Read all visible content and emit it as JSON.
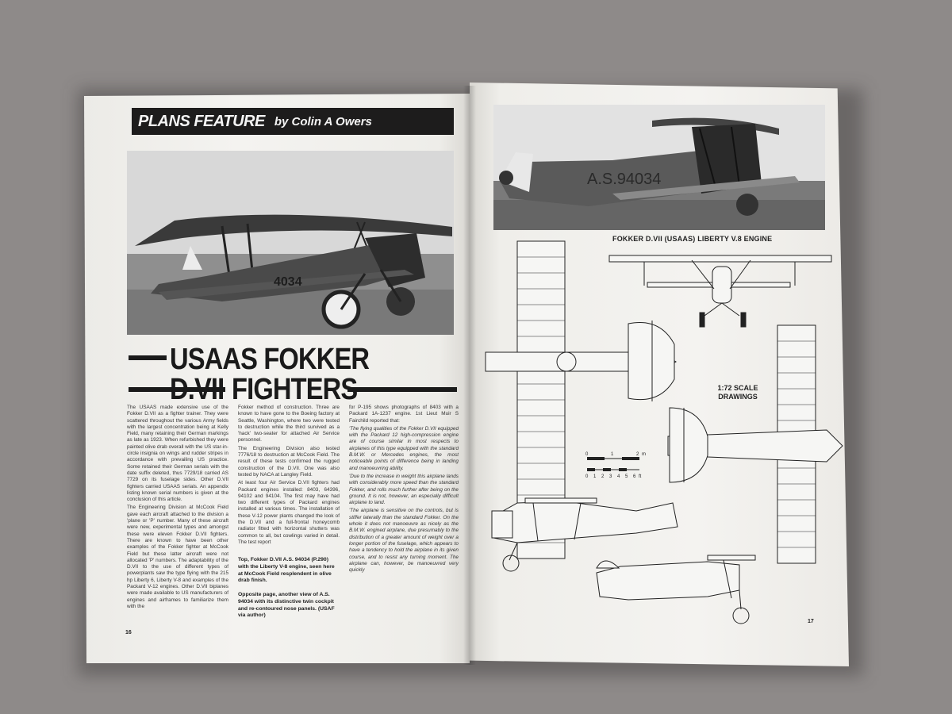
{
  "left_page": {
    "header": {
      "feature": "PLANS FEATURE",
      "byline": "by Colin A Owers"
    },
    "title": {
      "line1": "USAAS FOKKER D.VII",
      "line2": "FIGHTERS"
    },
    "photo_serial": "4034",
    "columns": [
      [
        "The USAAS made extensive use of the Fokker D.VII as a fighter trainer. They were scattered throughout the various Army fields with the largest concentration being at Kelly Field, many retaining their German markings as late as 1923. When refurbished they were painted olive drab overall with the US star-in-circle insignia on wings and rudder stripes in accordance with prevailing US practice. Some retained their German serials with the date suffix deleted, thus 7729/18 carried AS 7729 on its fuselage sides. Other D.VII fighters carried USAAS serials. An appendix listing known serial numbers is given at the conclusion of this article.",
        "The Engineering Division at McCook Field gave each aircraft attached to the division a 'plane or 'P' number. Many of these aircraft were new, experimental types and amongst these were eleven Fokker D.VII fighters. There are known to have been other examples of the Fokker fighter at McCook Field but these latter aircraft were not allocated 'P' numbers. The adaptability of the D.VII to the use of different types of powerplants saw the type flying with the 215 hp Liberty 6, Liberty V-8 and examples of the Packard V-12 engines. Other D.VII biplanes were made available to US manufacturers of engines and airframes to familiarize them with the"
      ],
      [
        "Fokker method of construction. Three are known to have gone to the Boeing factory at Seattle, Washington, where two were tested to destruction while the third survived as a 'hack' two-seater for attached Air Service personnel.",
        "The Engineering Division also tested 7776/18 to destruction at McCook Field. The result of these tests confirmed the rugged construction of the D.VII. One was also tested by NACA at Langley Field.",
        "At least four Air Service D.VII fighters had Packard engines installed: 8403, 64396, 94102 and 94104. The first may have had two different types of Packard engines installed at various times. The installation of these V-12 power plants changed the look of the D.VII and a full-frontal honeycomb radiator fitted with horizontal shutters was common to all, but cowlings varied in detail. The test report"
      ],
      [
        "for P-195 shows photographs of 8403 with a Packard 1A-1237 engine. 1st Lieut Muir S Fairchild reported that:",
        "'The flying qualities of the Fokker D.VII equipped with the Packard 12 high-compression engine are of course similar in most respects to airplanes of this type equipped with the standard B.M.W. or Mercedes engines, the most noticeable points of difference being in landing and manoeuvring ability.",
        "'Due to the increase in weight this airplane lands with considerably more speed than the standard Fokker, and rolls much further after being on the ground. It is not, however, an especially difficult airplane to land.",
        "'The airplane is sensitive on the controls, but is stiffer laterally than the standard Fokker. On the whole it does not manoeuvre as nicely as the B.M.W. engined airplane, due presumably to the distribution of a greater amount of weight over a longer portion of the fuselage, which appears to have a tendency to hold the airplane in its given course, and to resist any turning moment. The airplane can, however, be manoeuvred very quickly"
      ]
    ],
    "caption1": "Top, Fokker D.VII A.S. 94034 (P.290) with the Liberty V-8 engine, seen here at McCook Field resplendent in olive drab finish.",
    "caption2": "Opposite page, another view of A.S. 94034 with its distinctive twin cockpit and re-contoured nose panels. (USAF via author)",
    "page_number": "16"
  },
  "right_page": {
    "photo_serial": "A.S.94034",
    "drawing_title": "FOKKER D.VII (USAAS) LIBERTY V.8 ENGINE",
    "scale_label": "1:72 SCALE\nDRAWINGS",
    "scale_bar": {
      "metric_unit": "m",
      "metric_ticks": [
        "0",
        "1",
        "2"
      ],
      "imperial_unit": "ft",
      "imperial_ticks": [
        "0",
        "1",
        "2",
        "3",
        "4",
        "5",
        "6"
      ]
    },
    "page_number": "17"
  }
}
